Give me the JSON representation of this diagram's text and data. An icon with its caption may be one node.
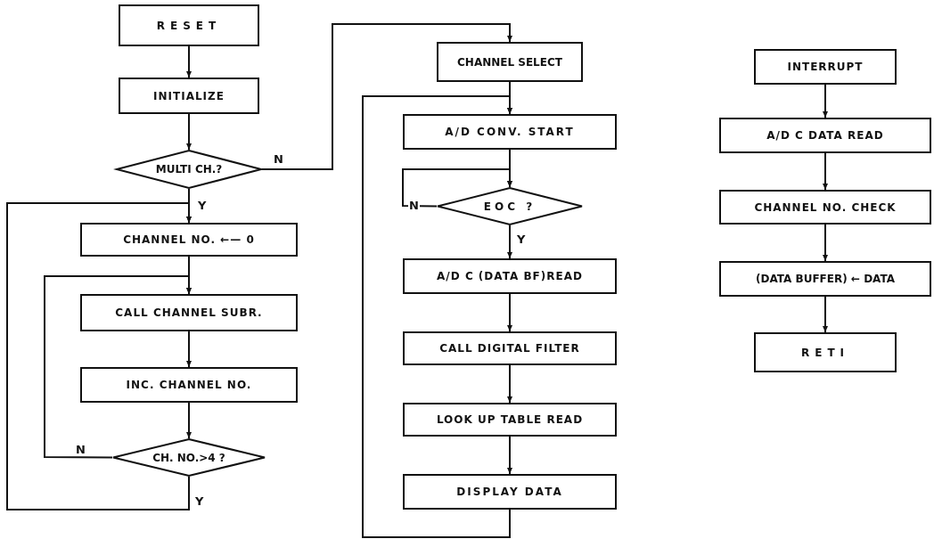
{
  "diagram": {
    "nodes": [
      {
        "text": [
          "RESET"
        ]
      },
      {
        "text": [
          "INITIALIZE"
        ]
      },
      {
        "text": [
          "MULTI CH.?"
        ]
      },
      {
        "text": [
          "CHANNEL NO. ←— 0"
        ]
      },
      {
        "text": [
          "CALL CHANNEL SUBR."
        ]
      },
      {
        "text": [
          "INC. CHANNEL NO."
        ]
      },
      {
        "text": [
          "CH. NO.>4 ?"
        ]
      },
      {
        "text": [
          "CHANNEL SELECT"
        ]
      },
      {
        "text": [
          "A/D CONV. START"
        ]
      },
      {
        "text": [
          "EOC ?"
        ]
      },
      {
        "text": [
          "A/D C (DATA BF)READ"
        ]
      },
      {
        "text": [
          "CALL DIGITAL FILTER"
        ]
      },
      {
        "text": [
          "LOOK UP TABLE READ"
        ]
      },
      {
        "text": [
          "DISPLAY DATA"
        ]
      },
      {
        "text": [
          "INTERRUPT"
        ]
      },
      {
        "text": [
          "A/D C DATA READ"
        ]
      },
      {
        "text": [
          "CHANNEL NO. CHECK"
        ]
      },
      {
        "text": [
          "(DATA BUFFER) ← DATA"
        ]
      },
      {
        "text": [
          "RETI"
        ]
      }
    ],
    "edges": [
      {
        "from": 0,
        "to": 1,
        "arrow": "to"
      },
      {
        "from": 1,
        "to": 2,
        "arrow": "to"
      },
      {
        "from": 2,
        "to": 3,
        "arrow": "to",
        "label": "Y"
      },
      {
        "from": 2,
        "to": 7,
        "arrow": "to",
        "label": "N"
      },
      {
        "from": 3,
        "to": 4,
        "arrow": "to"
      },
      {
        "from": 4,
        "to": 5,
        "arrow": "to"
      },
      {
        "from": 5,
        "to": 6,
        "arrow": "to"
      },
      {
        "from": 6,
        "to": 4,
        "arrow": "to",
        "label": "N"
      },
      {
        "from": 6,
        "to": 3,
        "arrow": "to",
        "label": "Y"
      },
      {
        "from": 7,
        "to": 8,
        "arrow": "to"
      },
      {
        "from": 8,
        "to": 9,
        "arrow": "to"
      },
      {
        "from": 9,
        "to": 9,
        "arrow": "to",
        "label": "N"
      },
      {
        "from": 9,
        "to": 10,
        "arrow": "to",
        "label": "Y"
      },
      {
        "from": 10,
        "to": 11,
        "arrow": "to"
      },
      {
        "from": 11,
        "to": 12,
        "arrow": "to"
      },
      {
        "from": 12,
        "to": 13,
        "arrow": "to"
      },
      {
        "from": 13,
        "to": 8,
        "arrow": "to"
      },
      {
        "from": 14,
        "to": 15,
        "arrow": "to"
      },
      {
        "from": 15,
        "to": 16,
        "arrow": "to"
      },
      {
        "from": 16,
        "to": 17,
        "arrow": "to"
      },
      {
        "from": 17,
        "to": 18,
        "arrow": "to"
      }
    ]
  }
}
